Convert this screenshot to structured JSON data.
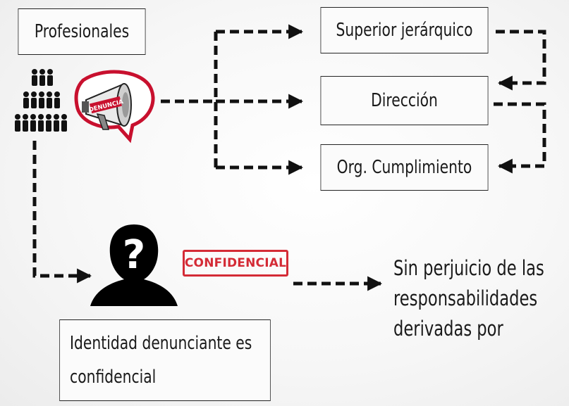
{
  "nodes": {
    "profesionales": "Profesionales",
    "superior": "Superior jerárquico",
    "direccion": "Dirección",
    "cumplimiento": "Org. Cumplimiento",
    "identidad_line1": "Identidad denunciante es",
    "identidad_line2": "confidencial"
  },
  "megaphone_label": "DENUNCIA",
  "stamp_label": "CONFIDENCIAL",
  "note": {
    "line1": "Sin perjuicio de las",
    "line2": "responsabilidades",
    "line3": "derivadas por"
  },
  "icons": [
    "people-group-icon",
    "megaphone-icon",
    "anonymous-person-icon",
    "confidential-stamp"
  ],
  "colors": {
    "stamp_red": "#d42b36",
    "line": "#111111",
    "megaphone_red": "#c8102e"
  }
}
